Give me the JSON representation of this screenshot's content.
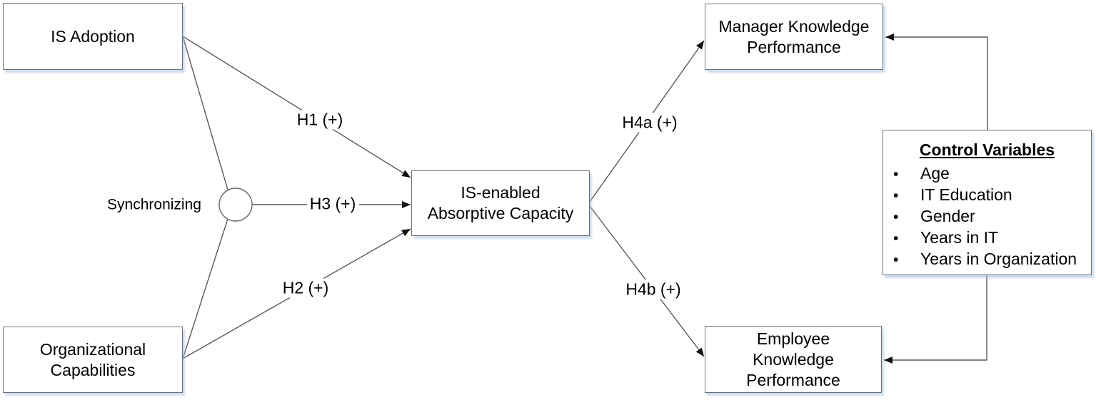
{
  "diagram": {
    "nodes": {
      "is_adoption": {
        "label": "IS Adoption"
      },
      "organizational_capabilities": {
        "label": "Organizational\nCapabilities"
      },
      "is_enabled_absorptive_capacity": {
        "label": "IS-enabled\nAbsorptive Capacity"
      },
      "manager_knowledge_performance": {
        "label": "Manager Knowledge\nPerformance"
      },
      "employee_knowledge_performance": {
        "label": "Employee\nKnowledge\nPerformance"
      }
    },
    "moderator": {
      "label": "Synchronizing"
    },
    "edge_labels": {
      "h1": "H1 (+)",
      "h2": "H2 (+)",
      "h3": "H3 (+)",
      "h4a": "H4a (+)",
      "h4b": "H4b (+)"
    },
    "control_variables": {
      "title": "Control Variables",
      "bullet": "•",
      "items": [
        "Age",
        "IT Education",
        "Gender",
        "Years in IT",
        "Years in Organization"
      ]
    },
    "colors": {
      "line": "#595959",
      "arrowhead": "#111111",
      "box_border": "#707070",
      "box_shadow": "#a4c2e0",
      "text": "#000000"
    }
  }
}
